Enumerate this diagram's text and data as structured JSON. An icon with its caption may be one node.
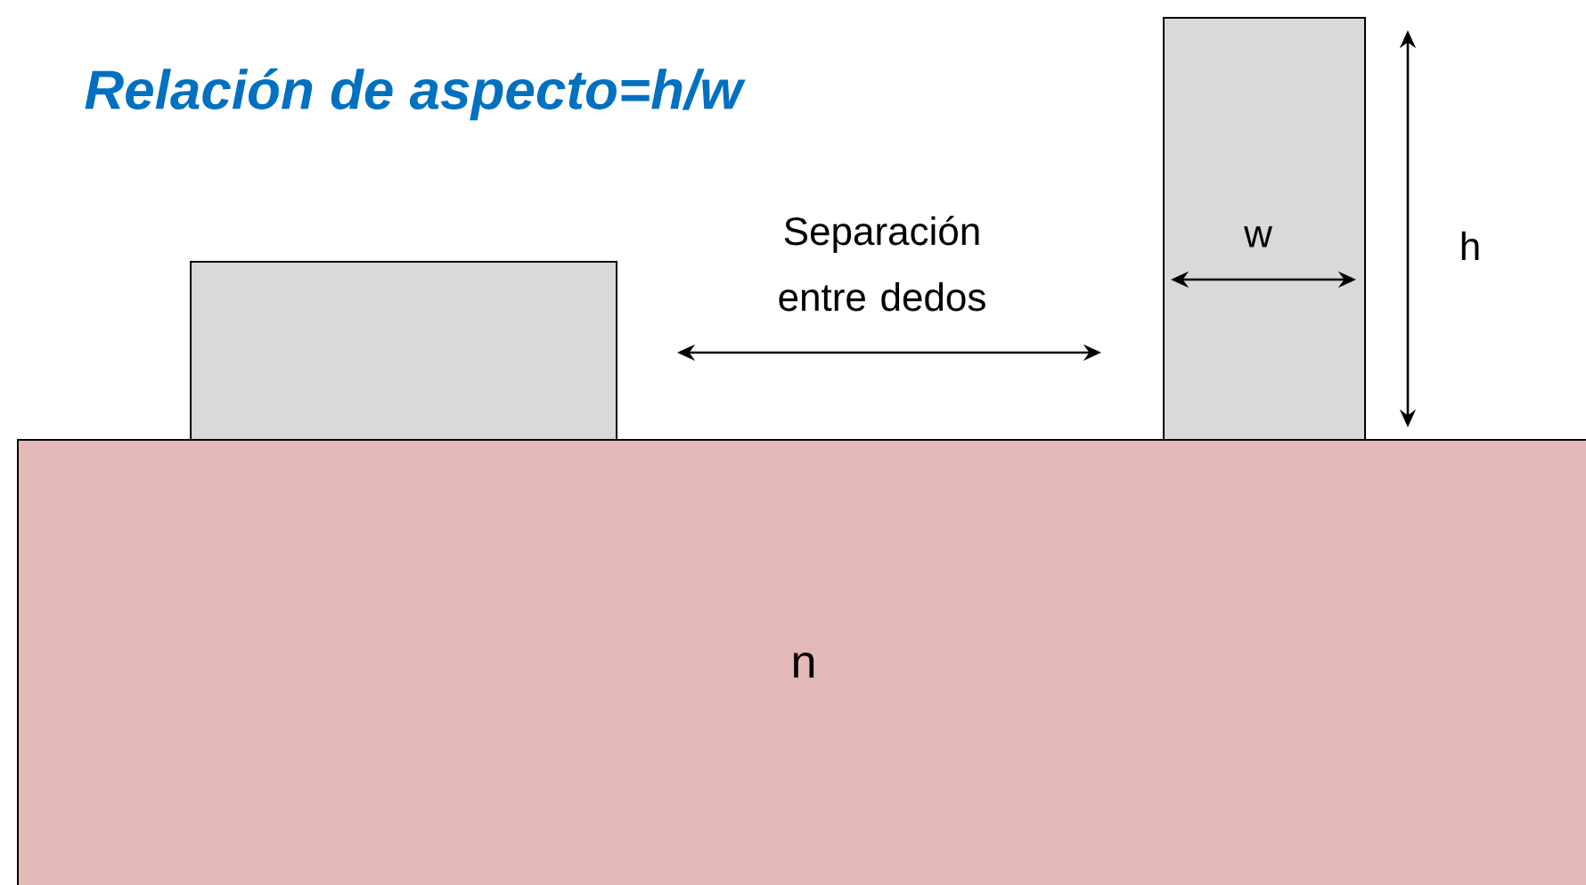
{
  "diagram": {
    "title": "*Relación de aspecto=h/w*",
    "nodes": [
      {
        "text": [],
        "shape": "box"
      },
      {
        "text": [],
        "shape": "box"
      },
      {
        "text": [
          "n"
        ]
      }
    ],
    "labels": [
      "Separación entre dedos",
      "w",
      "h"
    ]
  }
}
